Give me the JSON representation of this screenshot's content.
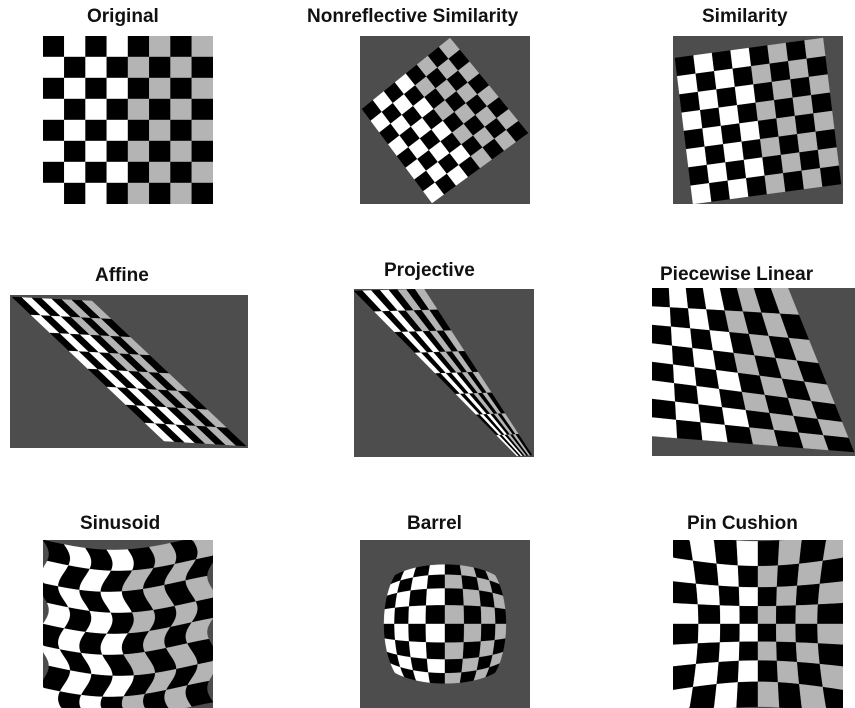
{
  "figure": {
    "panels": [
      {
        "title": "Original"
      },
      {
        "title": "Nonreflective Similarity"
      },
      {
        "title": "Similarity"
      },
      {
        "title": "Affine"
      },
      {
        "title": "Projective"
      },
      {
        "title": "Piecewise Linear"
      },
      {
        "title": "Sinusoid"
      },
      {
        "title": "Barrel"
      },
      {
        "title": "Pin Cushion"
      }
    ],
    "colors": {
      "black": "#000000",
      "white": "#ffffff",
      "gray": "#b4b4b4",
      "background": "#4d4d4d"
    },
    "checkerboard_squares": 8
  }
}
